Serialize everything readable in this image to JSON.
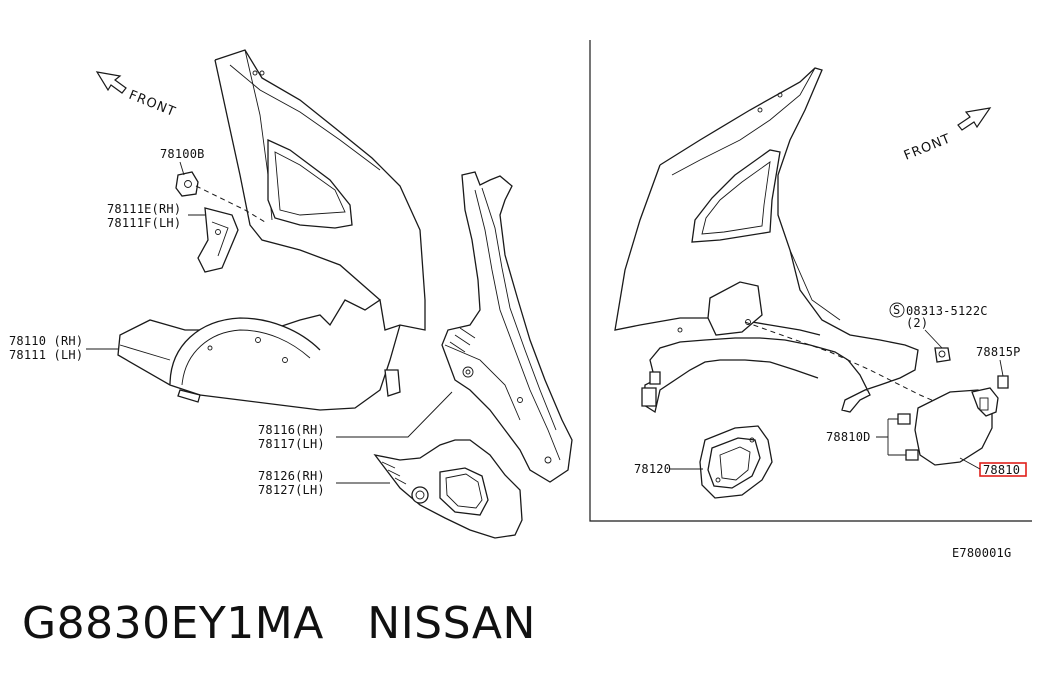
{
  "labels": {
    "front_left": "FRONT",
    "front_right": "FRONT",
    "p78100b": "78100B",
    "p78111e": "78111E(RH)",
    "p78111f": "78111F(LH)",
    "p78110": "78110 (RH)",
    "p78111": "78111 (LH)",
    "p78116": "78116(RH)",
    "p78117": "78117(LH)",
    "p78126": "78126(RH)",
    "p78127": "78127(LH)",
    "p08313": "08313-5122C",
    "p08313_qty": "(2)",
    "p08313_prefix": "S",
    "p78815p": "78815P",
    "p78810d": "78810D",
    "p78120": "78120",
    "p78810": "78810",
    "code": "E780001G"
  },
  "highlight_color": "#e0201b",
  "footer": {
    "part_number": "G8830EY1MA",
    "brand": "NISSAN"
  }
}
